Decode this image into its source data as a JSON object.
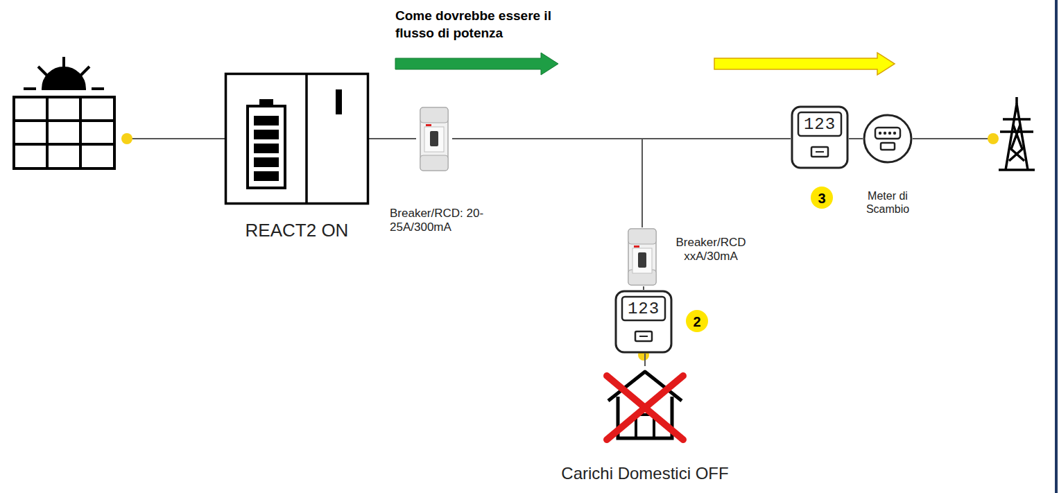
{
  "diagram": {
    "nodes": [
      {
        "text": [
          "REACT2 ON"
        ]
      },
      {
        "text": [
          "Breaker/RCD: 20-25A/300mA"
        ]
      },
      {
        "text": [
          "Breaker/RCD xxA/30mA"
        ]
      },
      {
        "text": [
          "123"
        ]
      },
      {
        "text": [
          "Carichi Domestici OFF"
        ]
      },
      {
        "text": [
          "123"
        ]
      },
      {
        "text": [
          "Meter di Scambio"
        ]
      }
    ],
    "edges": [
      {
        "from": 0,
        "to": 1,
        "arrow": "none"
      },
      {
        "from": 1,
        "to": 5,
        "arrow": "none"
      },
      {
        "from": 1,
        "to": 2,
        "arrow": "none"
      },
      {
        "from": 2,
        "to": 3,
        "arrow": "none"
      },
      {
        "from": 3,
        "to": 4,
        "arrow": "none"
      },
      {
        "from": 5,
        "to": 6,
        "arrow": "none"
      }
    ],
    "labels": [
      "Come dovrebbe essere il flusso di potenza",
      "2",
      "3"
    ]
  }
}
